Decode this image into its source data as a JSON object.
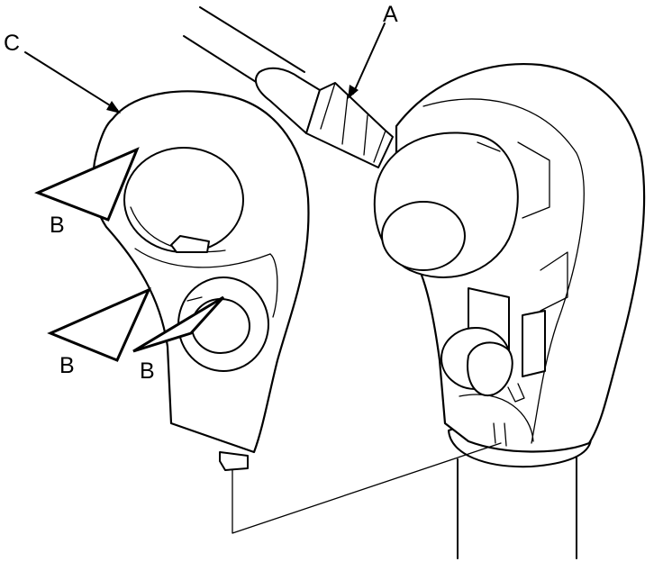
{
  "diagram": {
    "callouts": [
      {
        "id": "A",
        "text": "A"
      },
      {
        "id": "B1",
        "text": "B"
      },
      {
        "id": "B2",
        "text": "B"
      },
      {
        "id": "B3",
        "text": "B"
      },
      {
        "id": "C",
        "text": "C"
      }
    ]
  }
}
